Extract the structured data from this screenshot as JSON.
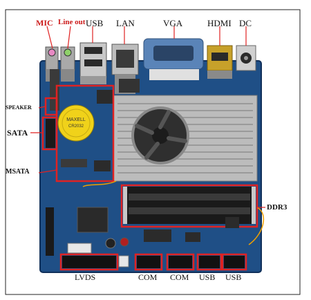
{
  "labels": {
    "mic": "MIC",
    "line_out": "Line out",
    "usb_top": "USB",
    "lan": "LAN",
    "vga": "VGA",
    "hdmi": "HDMI",
    "dc": "DC",
    "speaker": "SPEAKER",
    "sata": "SATA",
    "msata": "MSATA",
    "ddr3": "DDR3",
    "lvds": "LVDS",
    "com_1": "COM",
    "com_2": "COM",
    "usb_1": "USB",
    "usb_2": "USB"
  },
  "battery_text": {
    "line1": "MAXELL",
    "line2": "CR2032"
  },
  "colors": {
    "highlight": "#e02222",
    "board": "#1f4f86",
    "label_red": "#cc1a1a"
  }
}
